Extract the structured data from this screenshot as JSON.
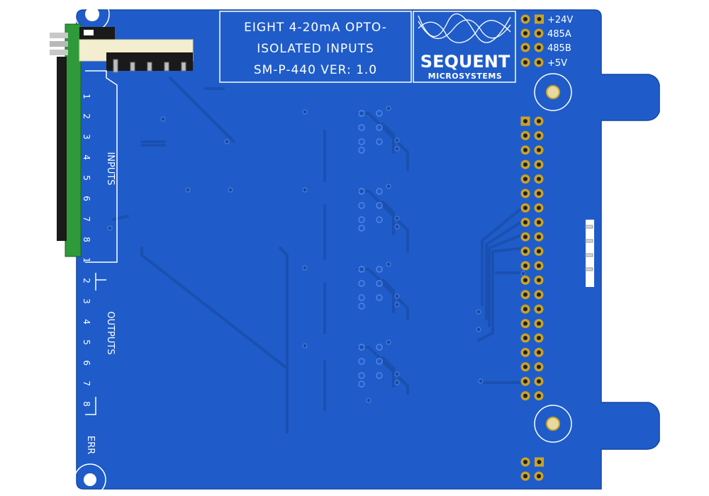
{
  "board": {
    "title_line1": "EIGHT 4-20mA OPTO-",
    "title_line2": "ISOLATED INPUTS",
    "title_line3": "SM-P-440 VER: 1.0",
    "logo_main": "SEQUENT",
    "logo_sub": "MICROSYSTEMS",
    "power_labels": [
      "+24V",
      "485A",
      "485B",
      "+5V"
    ],
    "inputs_label": "INPUTS",
    "outputs_label": "OUTPUTS",
    "input_numbers": [
      "1",
      "2",
      "3",
      "4",
      "5",
      "6",
      "7",
      "8"
    ],
    "output_numbers": [
      "1",
      "2",
      "3",
      "4",
      "5",
      "6",
      "7",
      "8"
    ],
    "err_label": "ERR",
    "colors": {
      "pcb": "#1f5cc9",
      "pcb_dark": "#174aa8",
      "trace": "#1a52b8",
      "silkscreen": "#ffffff",
      "pad_gold": "#c9a227",
      "connector_green": "#2e9a3a",
      "connector_black": "#1a1a1a",
      "connector_header": "#f4eed0"
    }
  }
}
